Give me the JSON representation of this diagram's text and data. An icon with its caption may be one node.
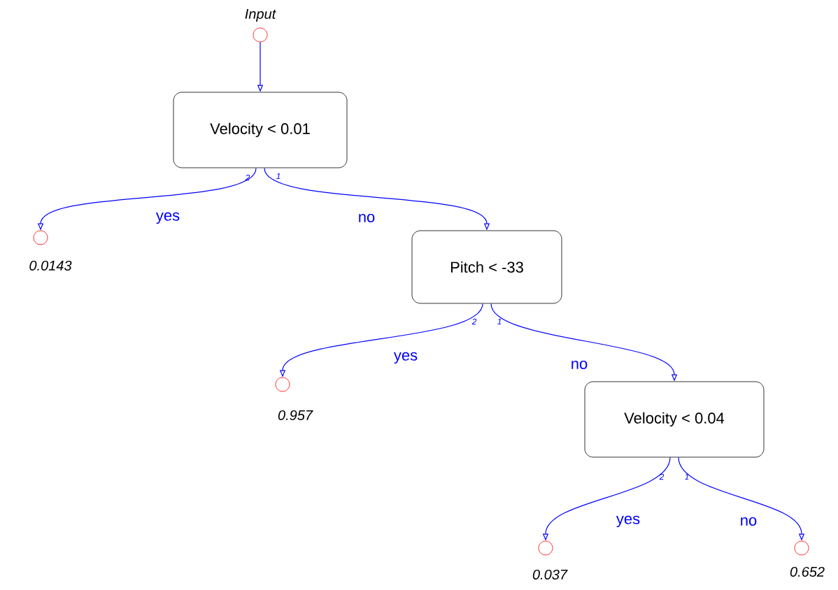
{
  "diagram": {
    "nodes": [
      {
        "text": [],
        "shape": "circle",
        "beside": [
          "Input"
        ]
      },
      {
        "text": [
          "Velocity < 0.01"
        ]
      },
      {
        "text": [],
        "shape": "circle",
        "beside": [
          "0.0143"
        ]
      },
      {
        "text": [
          "Pitch < -33"
        ]
      },
      {
        "text": [],
        "shape": "circle",
        "beside": [
          "0.957"
        ]
      },
      {
        "text": [
          "Velocity < 0.04"
        ]
      },
      {
        "text": [],
        "shape": "circle",
        "beside": [
          "0.037"
        ]
      },
      {
        "text": [],
        "shape": "circle",
        "beside": [
          "0.652"
        ]
      }
    ],
    "edges": [
      {
        "from": 0,
        "to": 1,
        "arrow": "to"
      },
      {
        "from": 1,
        "to": 2,
        "arrow": "to",
        "label": "yes"
      },
      {
        "from": 1,
        "to": 3,
        "arrow": "to",
        "label": "no"
      },
      {
        "from": 3,
        "to": 4,
        "arrow": "to",
        "label": "yes"
      },
      {
        "from": 3,
        "to": 5,
        "arrow": "to",
        "label": "no"
      },
      {
        "from": 5,
        "to": 6,
        "arrow": "to",
        "label": "yes"
      },
      {
        "from": 5,
        "to": 7,
        "arrow": "to",
        "label": "no"
      }
    ],
    "labels": [
      "2",
      "1",
      "2",
      "1",
      "2",
      "1"
    ]
  }
}
